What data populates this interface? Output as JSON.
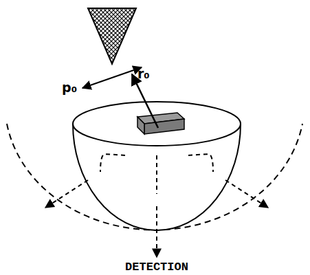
{
  "diagram": {
    "labels": [
      "p₀",
      "r₀",
      "DETECTION"
    ]
  }
}
